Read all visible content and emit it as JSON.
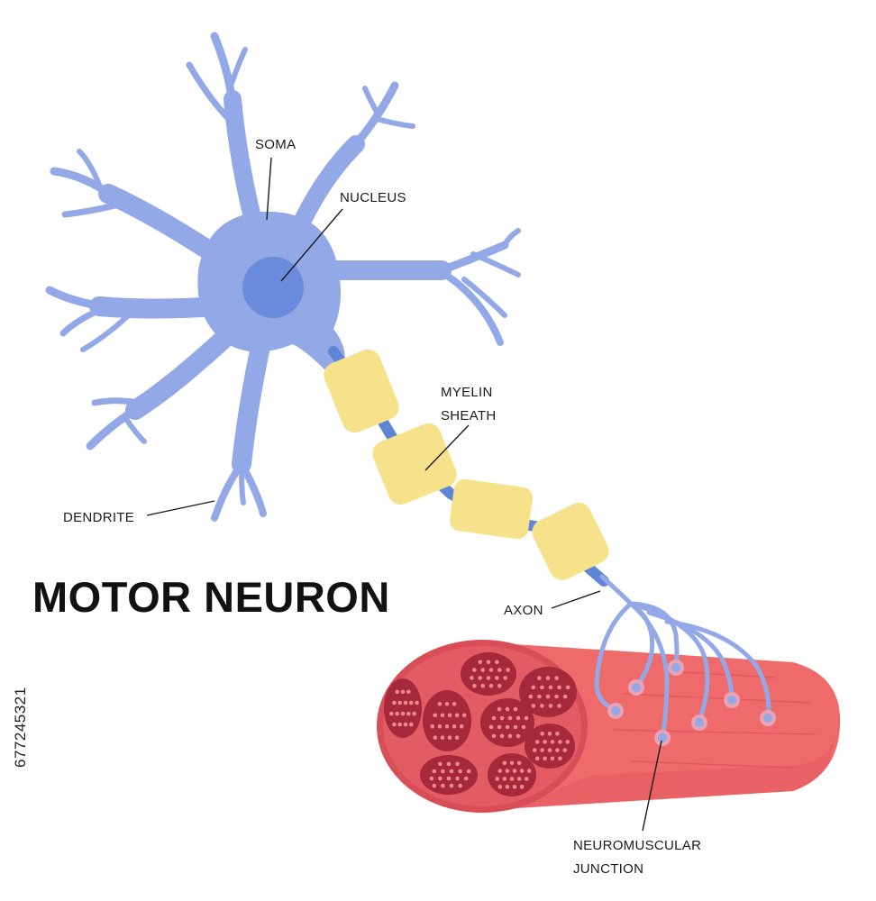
{
  "title": "MOTOR NEURON",
  "labels": {
    "soma": "SOMA",
    "nucleus": "NUCLEUS",
    "myelin_line1": "MYELIN",
    "myelin_line2": "SHEATH",
    "dendrite": "DENDRITE",
    "axon": "AXON",
    "nmj_line1": "NEUROMUSCULAR",
    "nmj_line2": "JUNCTION"
  },
  "image_id": "677245321",
  "colors": {
    "neuron": "#93a8e6",
    "nucleus": "#6b8bdc",
    "myelin": "#f7e28c",
    "node": "#5f86d6",
    "muscle": "#ef6b6b",
    "muscle_dark": "#d94d57",
    "fascicle": "#a6283b",
    "fascicle_dot": "#f08a8a",
    "terminal": "#e9a3b5"
  }
}
